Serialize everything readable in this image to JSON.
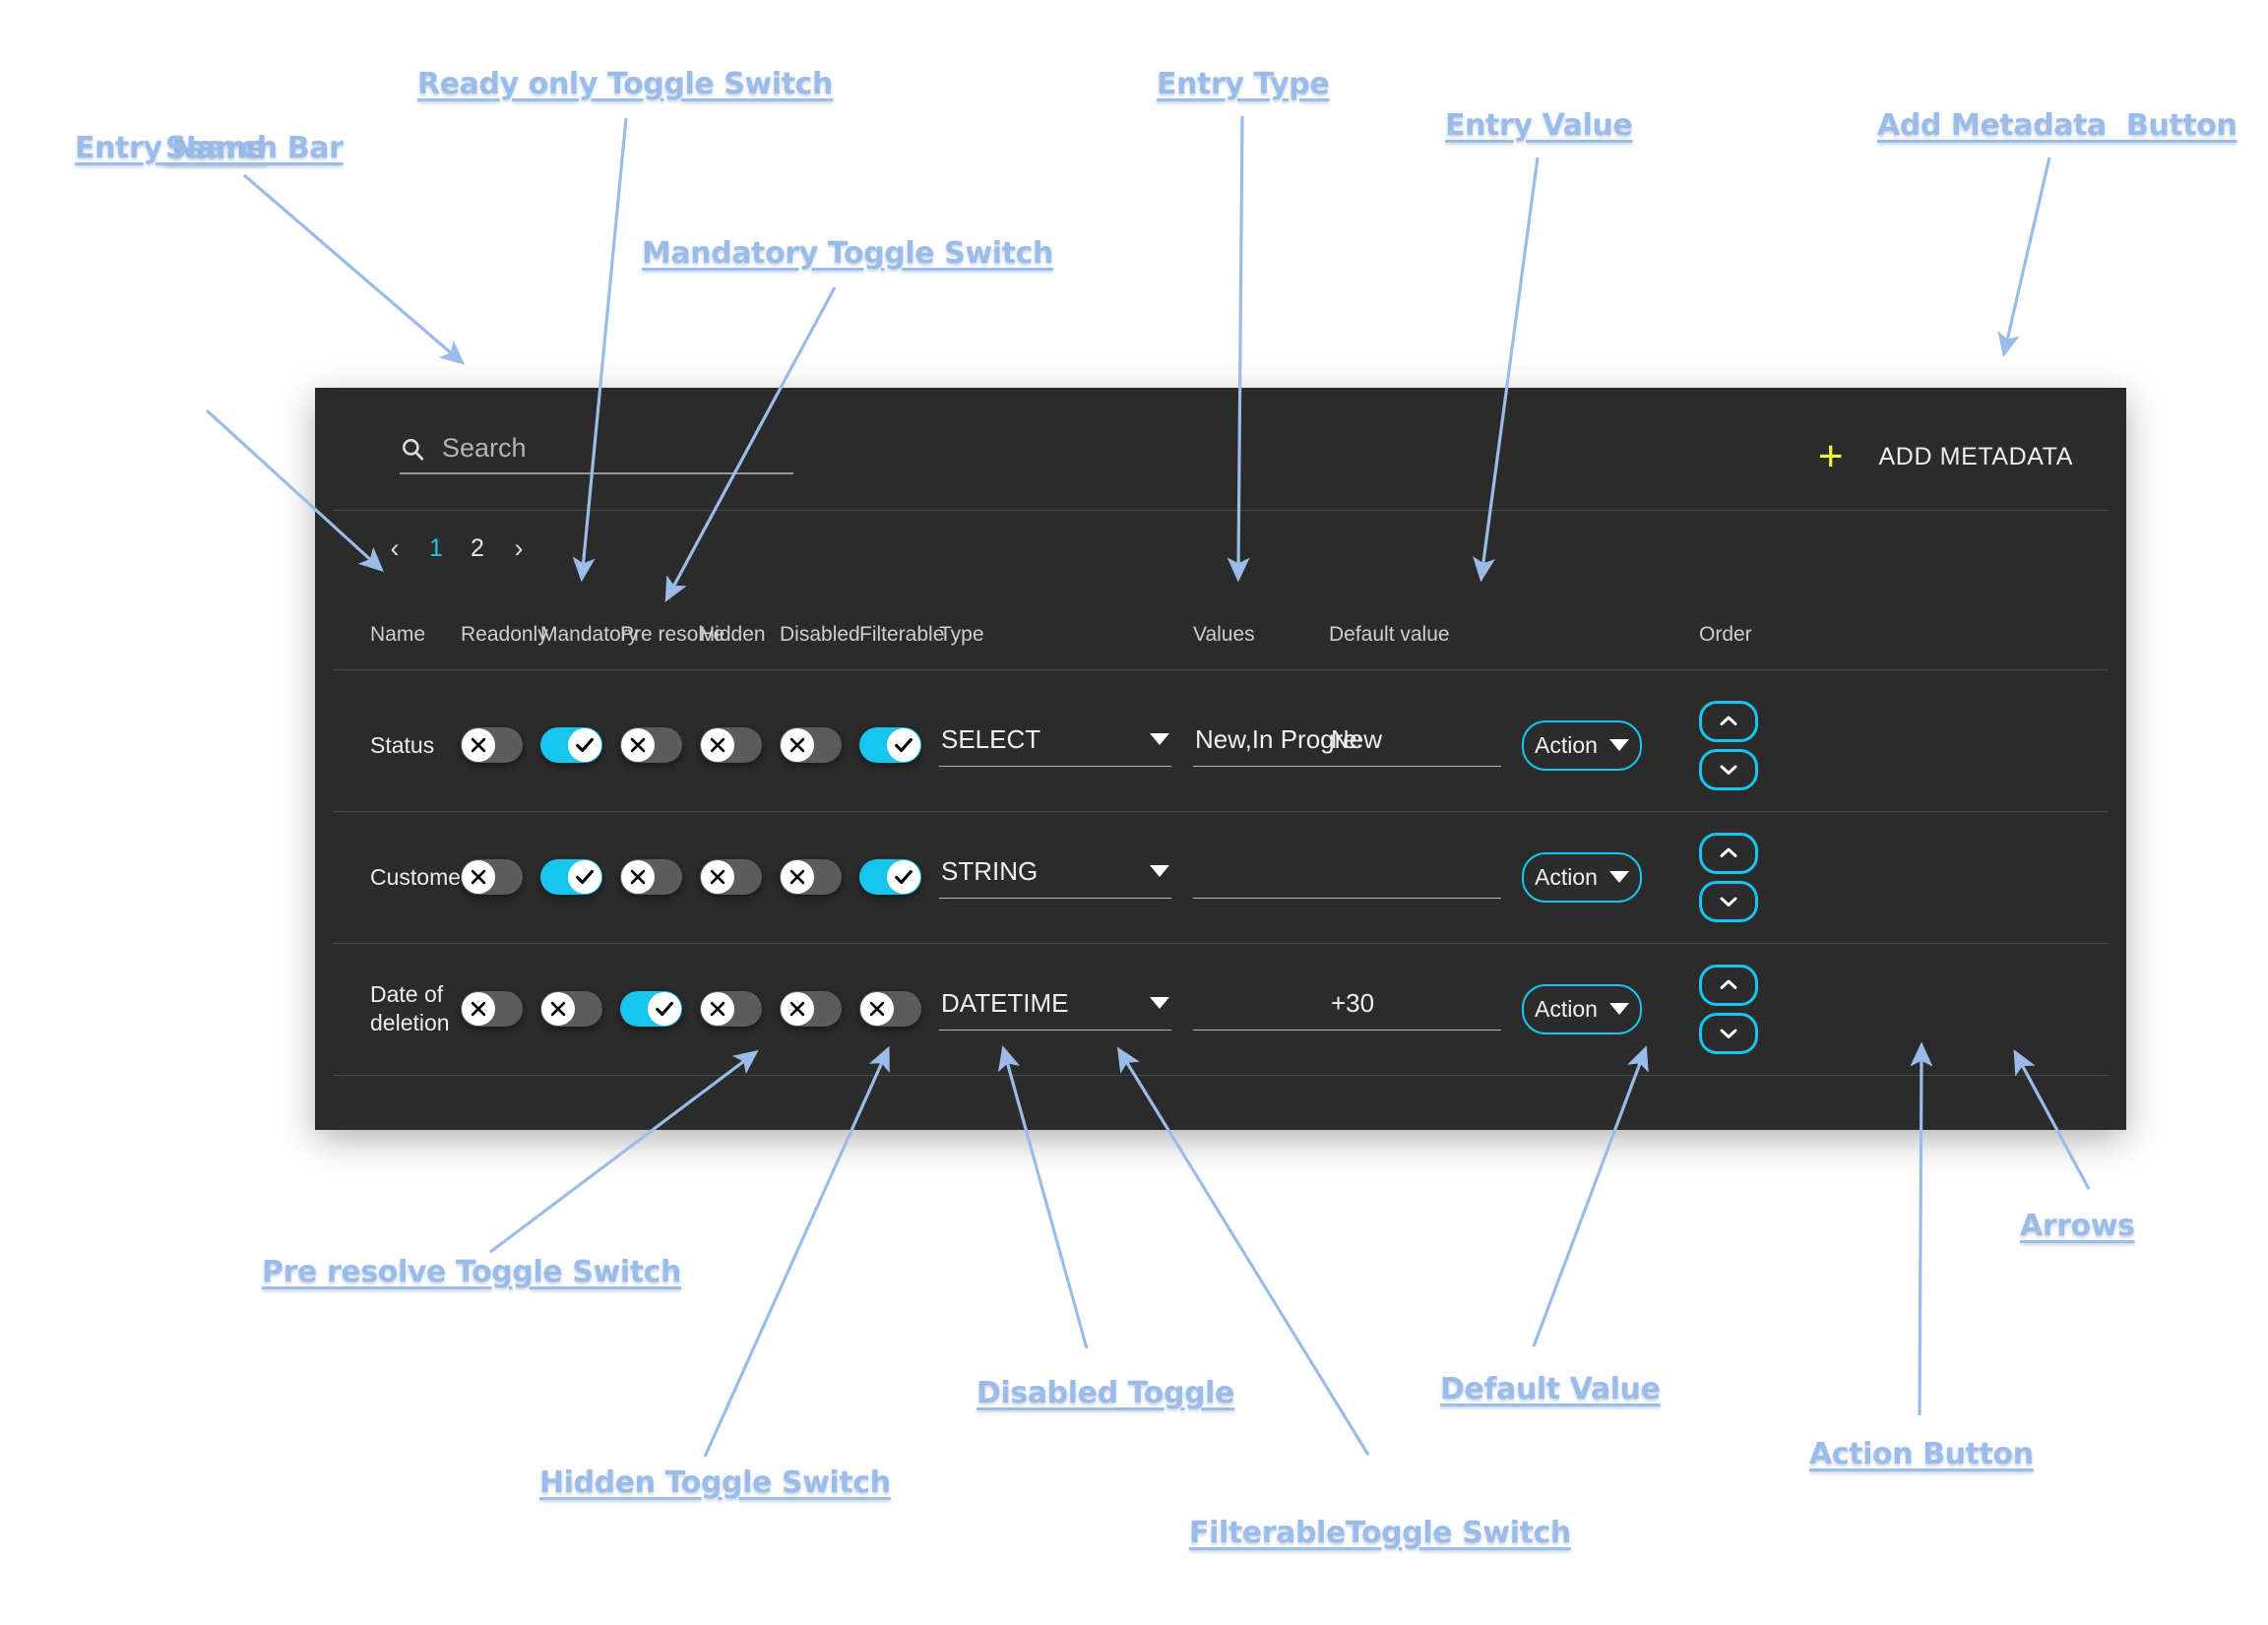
{
  "panel": {
    "search": {
      "placeholder": "Search",
      "value": "",
      "icon": "search-icon"
    },
    "add_metadata": {
      "label": "ADD METADATA",
      "icon": "plus-icon",
      "icon_color": "#f3f33c"
    },
    "pagination": {
      "prev": "‹",
      "next": "›",
      "pages": [
        "1",
        "2"
      ],
      "active": "1"
    },
    "columns": [
      "Name",
      "Readonly",
      "Mandatory",
      "Pre resolve",
      "Hidden",
      "Disabled",
      "Filterable",
      "Type",
      "Values",
      "Default value",
      "Order"
    ],
    "rows": [
      {
        "name": "Status",
        "readonly": false,
        "mandatory": true,
        "pre_resolve": false,
        "hidden": false,
        "disabled": false,
        "filterable": true,
        "type": "SELECT",
        "values": "New,In Progres",
        "default_value": "New",
        "action_label": "Action"
      },
      {
        "name": "Customer",
        "readonly": false,
        "mandatory": true,
        "pre_resolve": false,
        "hidden": false,
        "disabled": false,
        "filterable": true,
        "type": "STRING",
        "values": "",
        "default_value": "",
        "action_label": "Action"
      },
      {
        "name": "Date of deletion",
        "readonly": false,
        "mandatory": false,
        "pre_resolve": true,
        "hidden": false,
        "disabled": false,
        "filterable": false,
        "type": "DATETIME",
        "values": "",
        "default_value": "+30",
        "action_label": "Action"
      }
    ],
    "toggle_glyphs": {
      "on": "check",
      "off": "X"
    },
    "colors": {
      "panel_bg": "#2b2b2b",
      "accent_cyan": "#16c6ef",
      "toggle_off_track": "#5c5c5c",
      "add_icon_yellow": "#f3f33c",
      "annotation_blue": "#9bbce8"
    }
  },
  "annotations": [
    {
      "id": "entry-name",
      "text": "Entry Name"
    },
    {
      "id": "search-bar",
      "text": "Search Bar"
    },
    {
      "id": "readonly-toggle",
      "text": "Ready only Toggle Switch"
    },
    {
      "id": "mandatory-toggle",
      "text": "Mandatory Toggle Switch"
    },
    {
      "id": "entry-type",
      "text": "Entry Type"
    },
    {
      "id": "entry-value",
      "text": "Entry Value"
    },
    {
      "id": "add-metadata",
      "text": "Add Metadata  Button"
    },
    {
      "id": "pre-resolve",
      "text": "Pre resolve Toggle Switch"
    },
    {
      "id": "hidden-toggle",
      "text": "Hidden Toggle Switch"
    },
    {
      "id": "disabled-toggle",
      "text": "Disabled Toggle"
    },
    {
      "id": "filterable-toggle",
      "text": "FilterableToggle Switch"
    },
    {
      "id": "default-value",
      "text": "Default Value"
    },
    {
      "id": "action-button",
      "text": "Action Button"
    },
    {
      "id": "arrows",
      "text": "Arrows"
    }
  ]
}
